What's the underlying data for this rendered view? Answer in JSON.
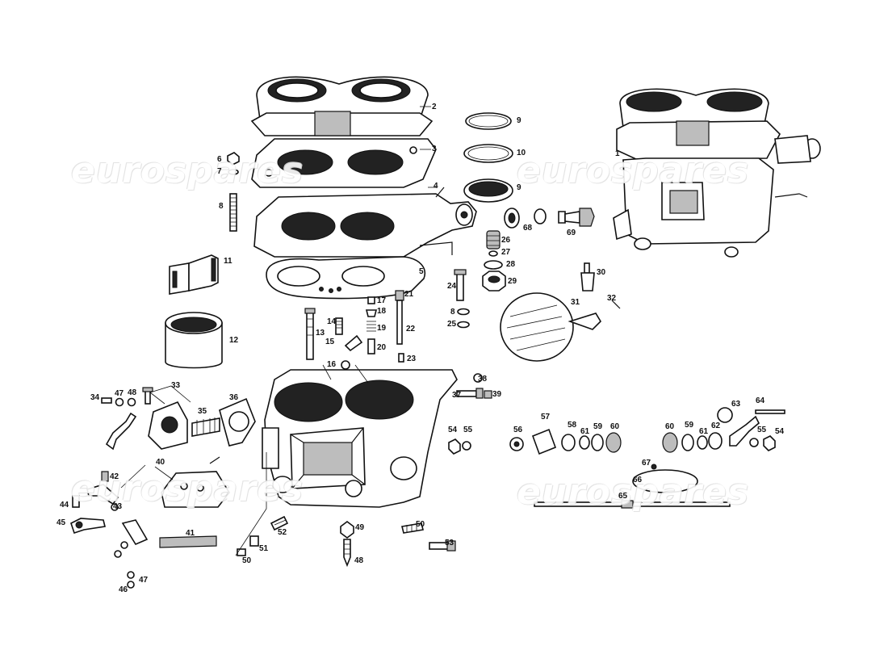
{
  "watermark": "eurospares",
  "callouts": [
    {
      "id": "c1",
      "text": "1"
    },
    {
      "id": "c2",
      "text": "2"
    },
    {
      "id": "c3",
      "text": "3"
    },
    {
      "id": "c4",
      "text": "4"
    },
    {
      "id": "c5",
      "text": "5"
    },
    {
      "id": "c6",
      "text": "6"
    },
    {
      "id": "c7",
      "text": "7"
    },
    {
      "id": "c8",
      "text": "8"
    },
    {
      "id": "c9a",
      "text": "9"
    },
    {
      "id": "c10",
      "text": "10"
    },
    {
      "id": "c9b",
      "text": "9"
    },
    {
      "id": "c11",
      "text": "11"
    },
    {
      "id": "c12",
      "text": "12"
    },
    {
      "id": "c13",
      "text": "13"
    },
    {
      "id": "c14",
      "text": "14"
    },
    {
      "id": "c15",
      "text": "15"
    },
    {
      "id": "c16",
      "text": "16"
    },
    {
      "id": "c17",
      "text": "17"
    },
    {
      "id": "c18",
      "text": "18"
    },
    {
      "id": "c19",
      "text": "19"
    },
    {
      "id": "c20",
      "text": "20"
    },
    {
      "id": "c21",
      "text": "21"
    },
    {
      "id": "c22",
      "text": "22"
    },
    {
      "id": "c23",
      "text": "23"
    },
    {
      "id": "c24",
      "text": "24"
    },
    {
      "id": "c8b",
      "text": "8"
    },
    {
      "id": "c25",
      "text": "25"
    },
    {
      "id": "c26",
      "text": "26"
    },
    {
      "id": "c27",
      "text": "27"
    },
    {
      "id": "c28",
      "text": "28"
    },
    {
      "id": "c29",
      "text": "29"
    },
    {
      "id": "c30",
      "text": "30"
    },
    {
      "id": "c31",
      "text": "31"
    },
    {
      "id": "c32",
      "text": "32"
    },
    {
      "id": "c33",
      "text": "33"
    },
    {
      "id": "c34",
      "text": "34"
    },
    {
      "id": "c47a",
      "text": "47"
    },
    {
      "id": "c48a",
      "text": "48"
    },
    {
      "id": "c35",
      "text": "35"
    },
    {
      "id": "c36",
      "text": "36"
    },
    {
      "id": "c37",
      "text": "37"
    },
    {
      "id": "c38",
      "text": "38"
    },
    {
      "id": "c39",
      "text": "39"
    },
    {
      "id": "c40",
      "text": "40"
    },
    {
      "id": "c41",
      "text": "41"
    },
    {
      "id": "c42",
      "text": "42"
    },
    {
      "id": "c43",
      "text": "43"
    },
    {
      "id": "c44",
      "text": "44"
    },
    {
      "id": "c45",
      "text": "45"
    },
    {
      "id": "c46",
      "text": "46"
    },
    {
      "id": "c47b",
      "text": "47"
    },
    {
      "id": "c48b",
      "text": "48"
    },
    {
      "id": "c49",
      "text": "49"
    },
    {
      "id": "c50a",
      "text": "50"
    },
    {
      "id": "c50b",
      "text": "50"
    },
    {
      "id": "c51",
      "text": "51"
    },
    {
      "id": "c52",
      "text": "52"
    },
    {
      "id": "c53",
      "text": "53"
    },
    {
      "id": "c54a",
      "text": "54"
    },
    {
      "id": "c55a",
      "text": "55"
    },
    {
      "id": "c56",
      "text": "56"
    },
    {
      "id": "c57",
      "text": "57"
    },
    {
      "id": "c58",
      "text": "58"
    },
    {
      "id": "c61a",
      "text": "61"
    },
    {
      "id": "c59a",
      "text": "59"
    },
    {
      "id": "c60a",
      "text": "60"
    },
    {
      "id": "c60b",
      "text": "60"
    },
    {
      "id": "c59b",
      "text": "59"
    },
    {
      "id": "c61b",
      "text": "61"
    },
    {
      "id": "c62",
      "text": "62"
    },
    {
      "id": "c63",
      "text": "63"
    },
    {
      "id": "c64",
      "text": "64"
    },
    {
      "id": "c55b",
      "text": "55"
    },
    {
      "id": "c54b",
      "text": "54"
    },
    {
      "id": "c65",
      "text": "65"
    },
    {
      "id": "c66",
      "text": "66"
    },
    {
      "id": "c67",
      "text": "67"
    },
    {
      "id": "c68",
      "text": "68"
    },
    {
      "id": "c69",
      "text": "69"
    }
  ]
}
